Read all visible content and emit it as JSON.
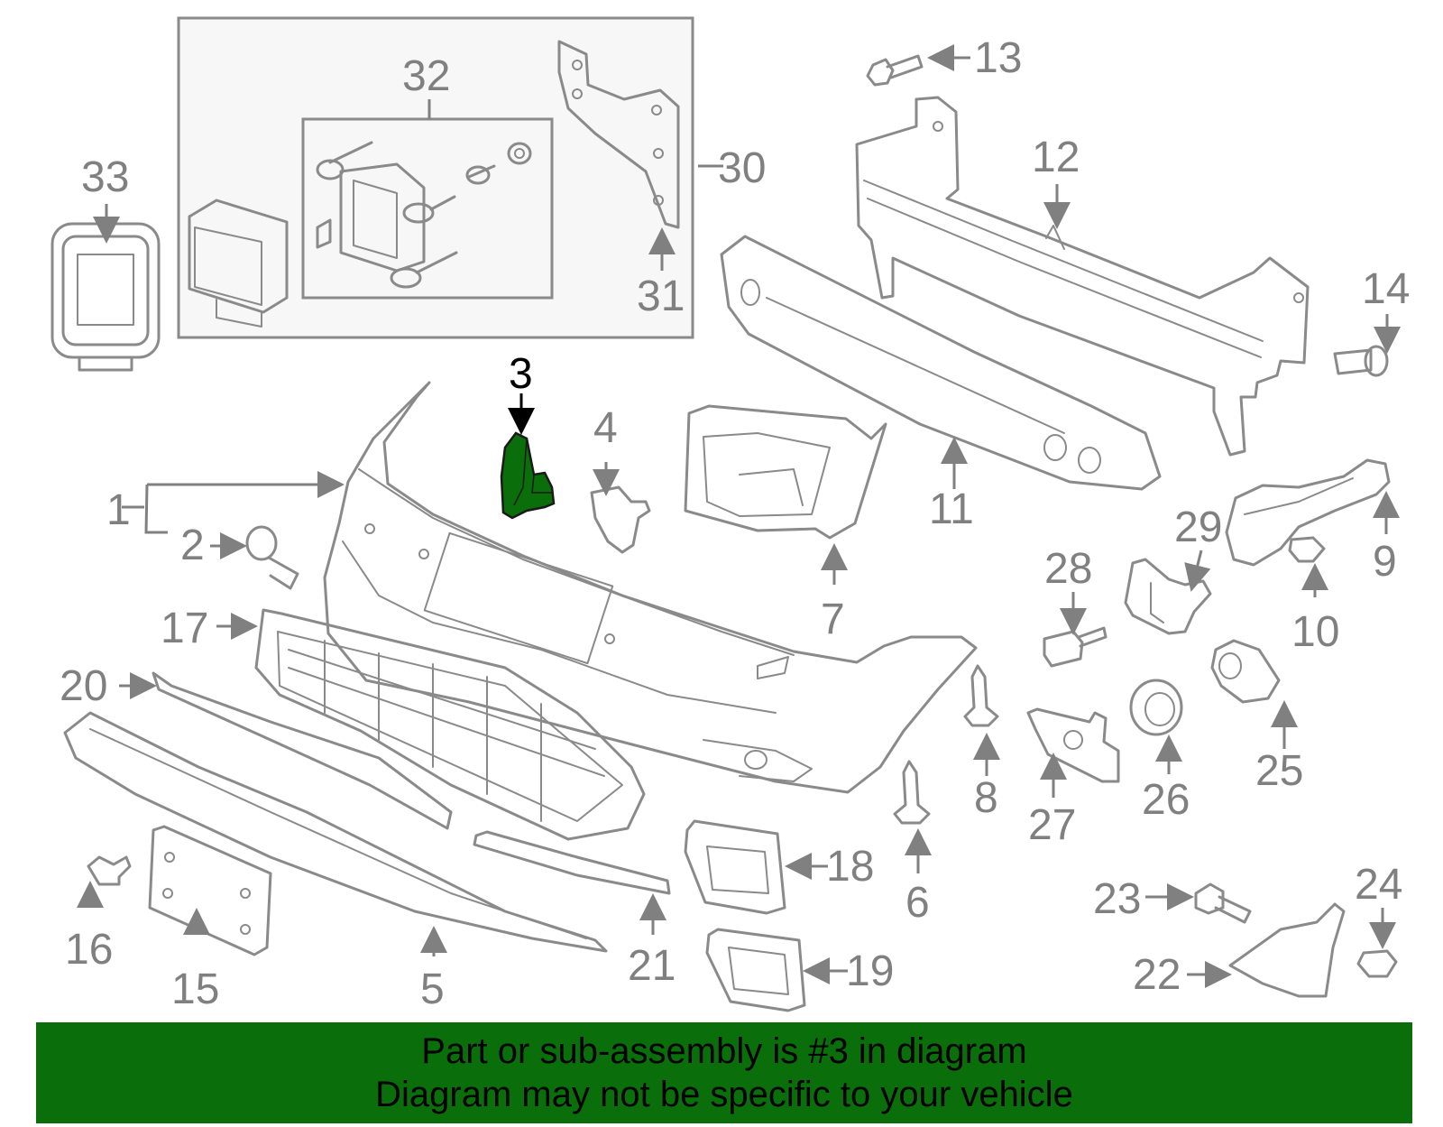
{
  "labels": {
    "l1": "1",
    "l2": "2",
    "l3": "3",
    "l4": "4",
    "l5": "5",
    "l6": "6",
    "l7": "7",
    "l8": "8",
    "l9": "9",
    "l10": "10",
    "l11": "11",
    "l12": "12",
    "l13": "13",
    "l14": "14",
    "l15": "15",
    "l16": "16",
    "l17": "17",
    "l18": "18",
    "l19": "19",
    "l20": "20",
    "l21": "21",
    "l22": "22",
    "l23": "23",
    "l24": "24",
    "l25": "25",
    "l26": "26",
    "l27": "27",
    "l28": "28",
    "l29": "29",
    "l30": "30",
    "l31": "31",
    "l32": "32",
    "l33": "33"
  },
  "banner": {
    "line1": "Part or sub-assembly is #3 in diagram",
    "line2": "Diagram may not be specific to your vehicle"
  },
  "colors": {
    "highlight": "#0a6e0a",
    "parts": "#8a8a8a",
    "labels": "#808080"
  }
}
